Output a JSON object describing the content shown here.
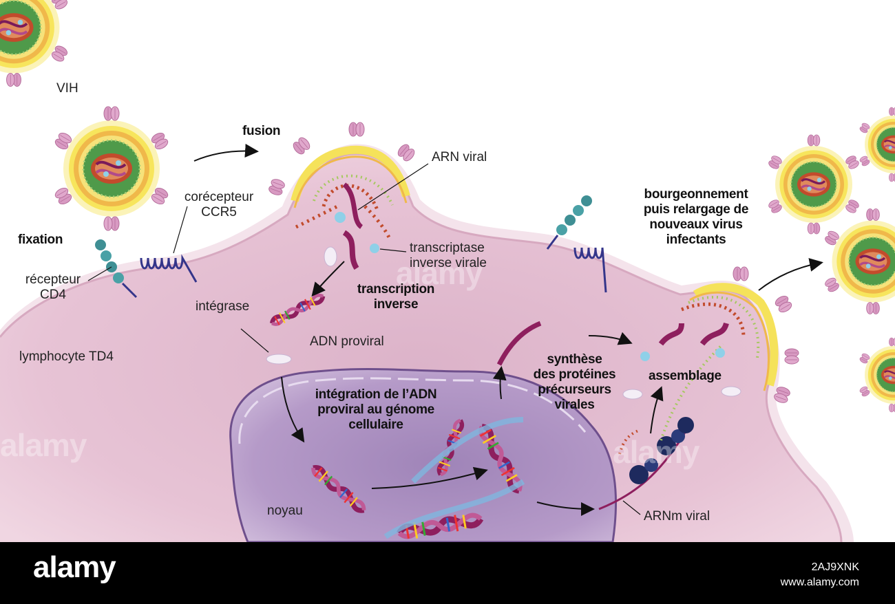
{
  "labels": {
    "vih": "VIH",
    "fusion": "fusion",
    "arn_viral": "ARN viral",
    "corecepteur_l1": "corécepteur",
    "corecepteur_l2": "CCR5",
    "fixation": "fixation",
    "recepteur_l1": "récepteur",
    "recepteur_l2": "CD4",
    "transcriptase_l1": "transcriptase",
    "transcriptase_l2": "inverse virale",
    "transcription_l1": "transcription",
    "transcription_l2": "inverse",
    "integrase": "intégrase",
    "adn_proviral": "ADN proviral",
    "lymphocyte": "lymphocyte TD4",
    "integration_l1": "intégration de l’ADN",
    "integration_l2": "proviral au génome",
    "integration_l3": "cellulaire",
    "synthese_l1": "synthèse",
    "synthese_l2": "des protéines",
    "synthese_l3": "précurseurs",
    "synthese_l4": "virales",
    "assemblage": "assemblage",
    "bourgeon_l1": "bourgeonnement",
    "bourgeon_l2": "puis relargage de",
    "bourgeon_l3": "nouveaux virus",
    "bourgeon_l4": "infectants",
    "noyau": "noyau",
    "arnm_viral": "ARNm viral"
  },
  "watermark": {
    "logo": "alamy",
    "image_id": "2AJ9XNK",
    "site": "www.alamy.com"
  },
  "colors": {
    "cell": "#e9c6d6",
    "cell_membrane": "#f3e2ea",
    "nucleus": "#b99ac8",
    "virus_envelope": "#f5e25a",
    "virus_core": "#4f9a4a",
    "capsid": "#c24b2c",
    "spike": "#d898c0",
    "receptor": "#3f8f94",
    "coreceptor": "#34358a",
    "dna_strand": "#8e1f5e",
    "text": "#222222"
  }
}
